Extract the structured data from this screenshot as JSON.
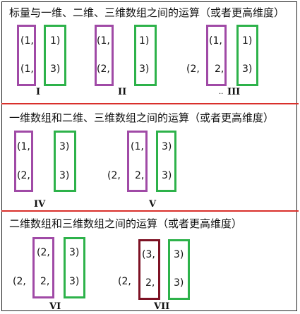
{
  "colors": {
    "purple": "#a04aa6",
    "green": "#2db24a",
    "maroon": "#7d1224",
    "divider": "#d9302b"
  },
  "section1": {
    "heading": "标量与一维、二维、三维数组之间的运算（或者更高维度）",
    "I": {
      "a": [
        "(1,",
        "(1,"
      ],
      "b": [
        "1)",
        "3)"
      ],
      "label": "I"
    },
    "II": {
      "a": [
        "(1,",
        "(2,"
      ],
      "b": [
        "1)",
        "3)"
      ],
      "label": "II"
    },
    "III": {
      "outer": "(2,",
      "a": [
        "(1,",
        "2,"
      ],
      "b": [
        "1)",
        "3)"
      ],
      "label": "III",
      "tick": ".."
    }
  },
  "section2": {
    "heading": "一维数组和二维、三维数组之间的运算（或者更高维度）",
    "IV": {
      "a": [
        "(1,",
        "(2,"
      ],
      "b": [
        "3)",
        "3)"
      ],
      "label": "IV"
    },
    "V": {
      "outer": "(2,",
      "a": [
        "(1,",
        "2,"
      ],
      "b": [
        "3)",
        "3)"
      ],
      "label": "V"
    }
  },
  "section3": {
    "heading": "二维数组和三维数组之间的运算（或者更高维度）",
    "VI": {
      "outer": "(2,",
      "a": [
        "(2,",
        "2,"
      ],
      "b": [
        "3)",
        "3)"
      ],
      "label": "VI"
    },
    "VII": {
      "outer": "(2,",
      "a": [
        "(3,",
        "2,"
      ],
      "b": [
        "3)",
        "3)"
      ],
      "label": "VII"
    }
  }
}
